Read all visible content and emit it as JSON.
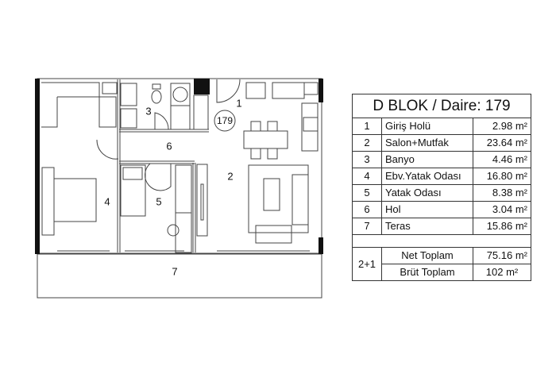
{
  "plan": {
    "apartment_badge": "179",
    "room_labels": [
      "1",
      "2",
      "3",
      "4",
      "5",
      "6",
      "7"
    ]
  },
  "table": {
    "title": "D BLOK / Daire: 179",
    "rooms": [
      {
        "no": "1",
        "name": "Giriş Holü",
        "area": "2.98 m²"
      },
      {
        "no": "2",
        "name": "Salon+Mutfak",
        "area": "23.64 m²"
      },
      {
        "no": "3",
        "name": "Banyo",
        "area": "4.46 m²"
      },
      {
        "no": "4",
        "name": "Ebv.Yatak Odası",
        "area": "16.80 m²"
      },
      {
        "no": "5",
        "name": "Yatak Odası",
        "area": "8.38 m²"
      },
      {
        "no": "6",
        "name": "Hol",
        "area": "3.04 m²"
      },
      {
        "no": "7",
        "name": "Teras",
        "area": "15.86 m²"
      }
    ],
    "type": "2+1",
    "net_label": "Net Toplam",
    "net_value": "75.16 m²",
    "gross_label": "Brüt Toplam",
    "gross_value": "102 m²"
  }
}
